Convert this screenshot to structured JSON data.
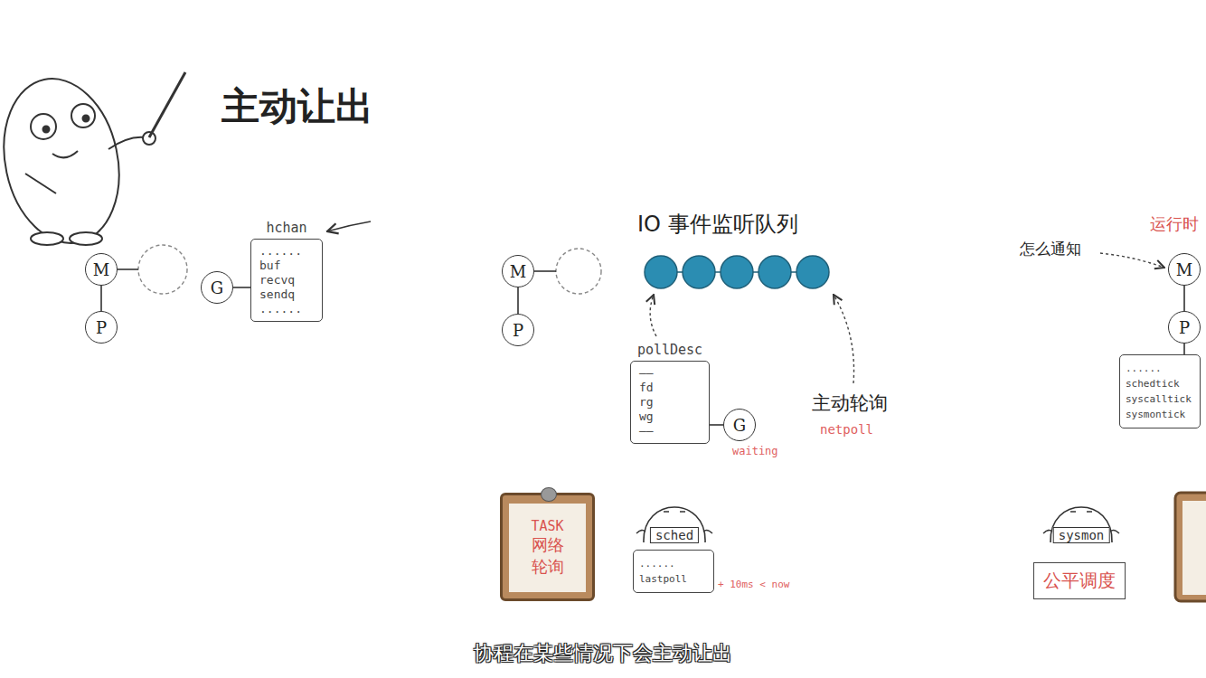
{
  "diagram": {
    "title": "主动让出",
    "caption": "协程在某些情况下会主动让出",
    "nodes": [
      {
        "text": [
          "M"
        ]
      },
      {
        "text": [
          "P"
        ]
      },
      {
        "text": [
          "G"
        ]
      },
      {
        "text": [
          "hchan",
          "......",
          "buf",
          "recvq",
          "sendq",
          "......"
        ]
      },
      {
        "text": [
          "M"
        ]
      },
      {
        "text": [
          "P"
        ]
      },
      {
        "text": [
          "pollDesc",
          "——",
          "fd",
          "rg",
          "wg",
          "——"
        ]
      },
      {
        "text": [
          "G"
        ]
      },
      {
        "text": [
          "TASK",
          "网络",
          "轮询"
        ]
      },
      {
        "text": [
          "sched"
        ]
      },
      {
        "text": [
          "......",
          "lastpoll"
        ]
      },
      {
        "text": [
          "M"
        ]
      },
      {
        "text": [
          "P"
        ]
      },
      {
        "text": [
          "......",
          "schedtick",
          "syscalltick",
          "sysmontick"
        ]
      },
      {
        "text": [
          "sysmon"
        ]
      },
      {
        "text": [
          "公平调度"
        ]
      }
    ],
    "edges": [
      {
        "from": 0,
        "to": 1,
        "arrow": "none"
      },
      {
        "from": 2,
        "to": 3,
        "arrow": "none"
      },
      {
        "from": 4,
        "to": 5,
        "arrow": "none"
      },
      {
        "from": 6,
        "to": 7,
        "arrow": "none"
      },
      {
        "from": 11,
        "to": 12,
        "arrow": "none"
      },
      {
        "from": 12,
        "to": 13,
        "arrow": "none"
      }
    ],
    "labels": [
      "IO 事件监听队列",
      "主动轮询",
      "netpoll",
      "waiting",
      "+ 10ms < now",
      "怎么通知",
      "运行时"
    ]
  }
}
